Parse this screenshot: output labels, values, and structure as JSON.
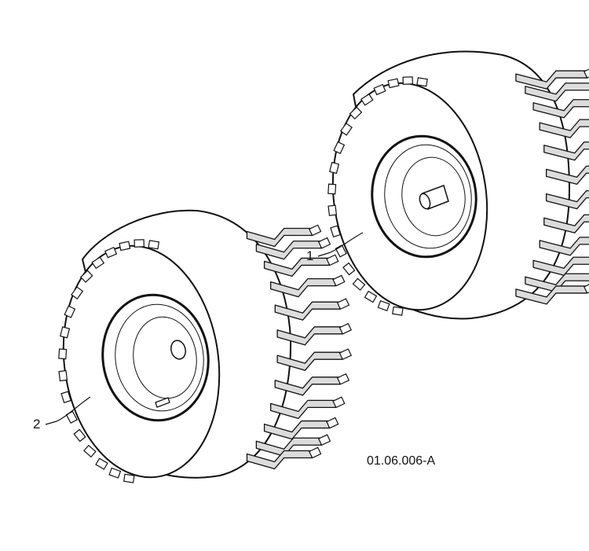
{
  "diagram": {
    "callouts": [
      {
        "id": "1",
        "label": "1"
      },
      {
        "id": "2",
        "label": "2"
      }
    ],
    "reference_code": "01.06.006-A"
  },
  "colors": {
    "line": "#111111",
    "fill": "#ffffff",
    "lug": "#dcdcdc"
  }
}
